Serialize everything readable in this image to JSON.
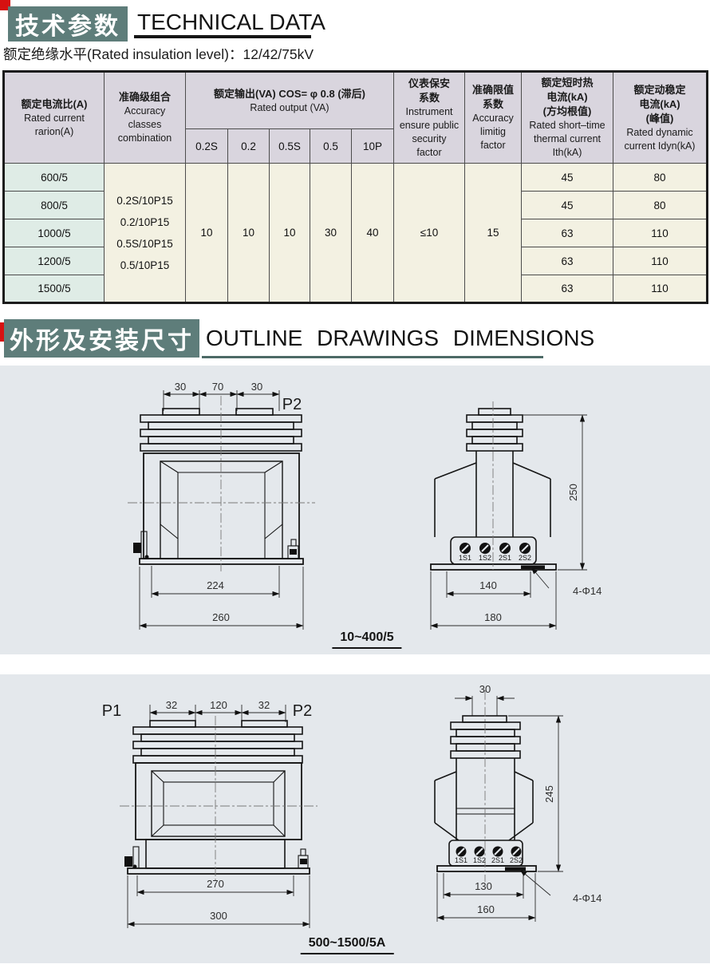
{
  "colors": {
    "badge": "#5e7d7a",
    "red_chip": "#d61111",
    "table_header_bg": "#d9d5de",
    "ratio_col_bg": "#dfece6",
    "body_bg": "#f3f1e2",
    "panel_bg": "#e4e8ec",
    "underline2": "#4d6a66"
  },
  "section1": {
    "badge": "技术参数",
    "title": "TECHNICAL DATA",
    "subtitle": "额定绝缘水平(Rated insulation level)：12/42/75kV"
  },
  "table": {
    "h_ratio": [
      "额定电流比(A)",
      "Rated current",
      "rarion(A)"
    ],
    "h_accuracy": [
      "准确级组合",
      "Accuracy",
      "classes",
      "combination"
    ],
    "h_output": [
      "额定输出(VA) COS= φ 0.8 (滞后)",
      "Rated output (VA)"
    ],
    "h_output_subs": [
      "0.2S",
      "0.2",
      "0.5S",
      "0.5",
      "10P"
    ],
    "h_security": [
      "仪表保安",
      "系数",
      "Instrument",
      "ensure public",
      "security",
      "factor"
    ],
    "h_limit": [
      "准确限值",
      "系数",
      "Accuracy",
      "limitig",
      "factor"
    ],
    "h_thermal": [
      "额定短时热",
      "电流(kA)",
      "(方均根值)",
      "Rated short–time",
      "thermal current",
      "Ith(kA)"
    ],
    "h_dynamic": [
      "额定动稳定",
      "电流(kA)",
      "(峰值)",
      "Rated dynamic",
      "current Idyn(kA)"
    ],
    "ratios": [
      "600/5",
      "800/5",
      "1000/5",
      "1200/5",
      "1500/5"
    ],
    "accuracy_combos": [
      "0.2S/10P15",
      "0.2/10P15",
      "0.5S/10P15",
      "0.5/10P15"
    ],
    "outputs": [
      "10",
      "10",
      "10",
      "30",
      "40"
    ],
    "security": "≤10",
    "limit": "15",
    "thermal": [
      "45",
      "45",
      "63",
      "63",
      "63"
    ],
    "dynamic": [
      "80",
      "80",
      "110",
      "110",
      "110"
    ]
  },
  "section2": {
    "badge": "外形及安装尺寸",
    "title": "OUTLINE DRAWINGS DIMENSIONS"
  },
  "drawing1": {
    "front": {
      "dim_a": "30",
      "dim_b": "70",
      "dim_c": "30",
      "p2": "P2",
      "dim_inner": "224",
      "dim_outer": "260"
    },
    "side": {
      "dim_height": "250",
      "terminals": [
        "1S1",
        "1S2",
        "2S1",
        "2S2"
      ],
      "dim_inner": "140",
      "dim_outer": "180",
      "holes": "4-Φ14"
    },
    "caption": "10~400/5"
  },
  "drawing2": {
    "front": {
      "p1": "P1",
      "p2": "P2",
      "dim_a": "32",
      "dim_b": "120",
      "dim_c": "32",
      "dim_inner": "270",
      "dim_outer": "300"
    },
    "side": {
      "dim_top": "30",
      "dim_height": "245",
      "terminals": [
        "1S1",
        "1S2",
        "2S1",
        "2S2"
      ],
      "dim_inner": "130",
      "dim_outer": "160",
      "holes": "4-Φ14"
    },
    "caption": "500~1500/5A"
  }
}
